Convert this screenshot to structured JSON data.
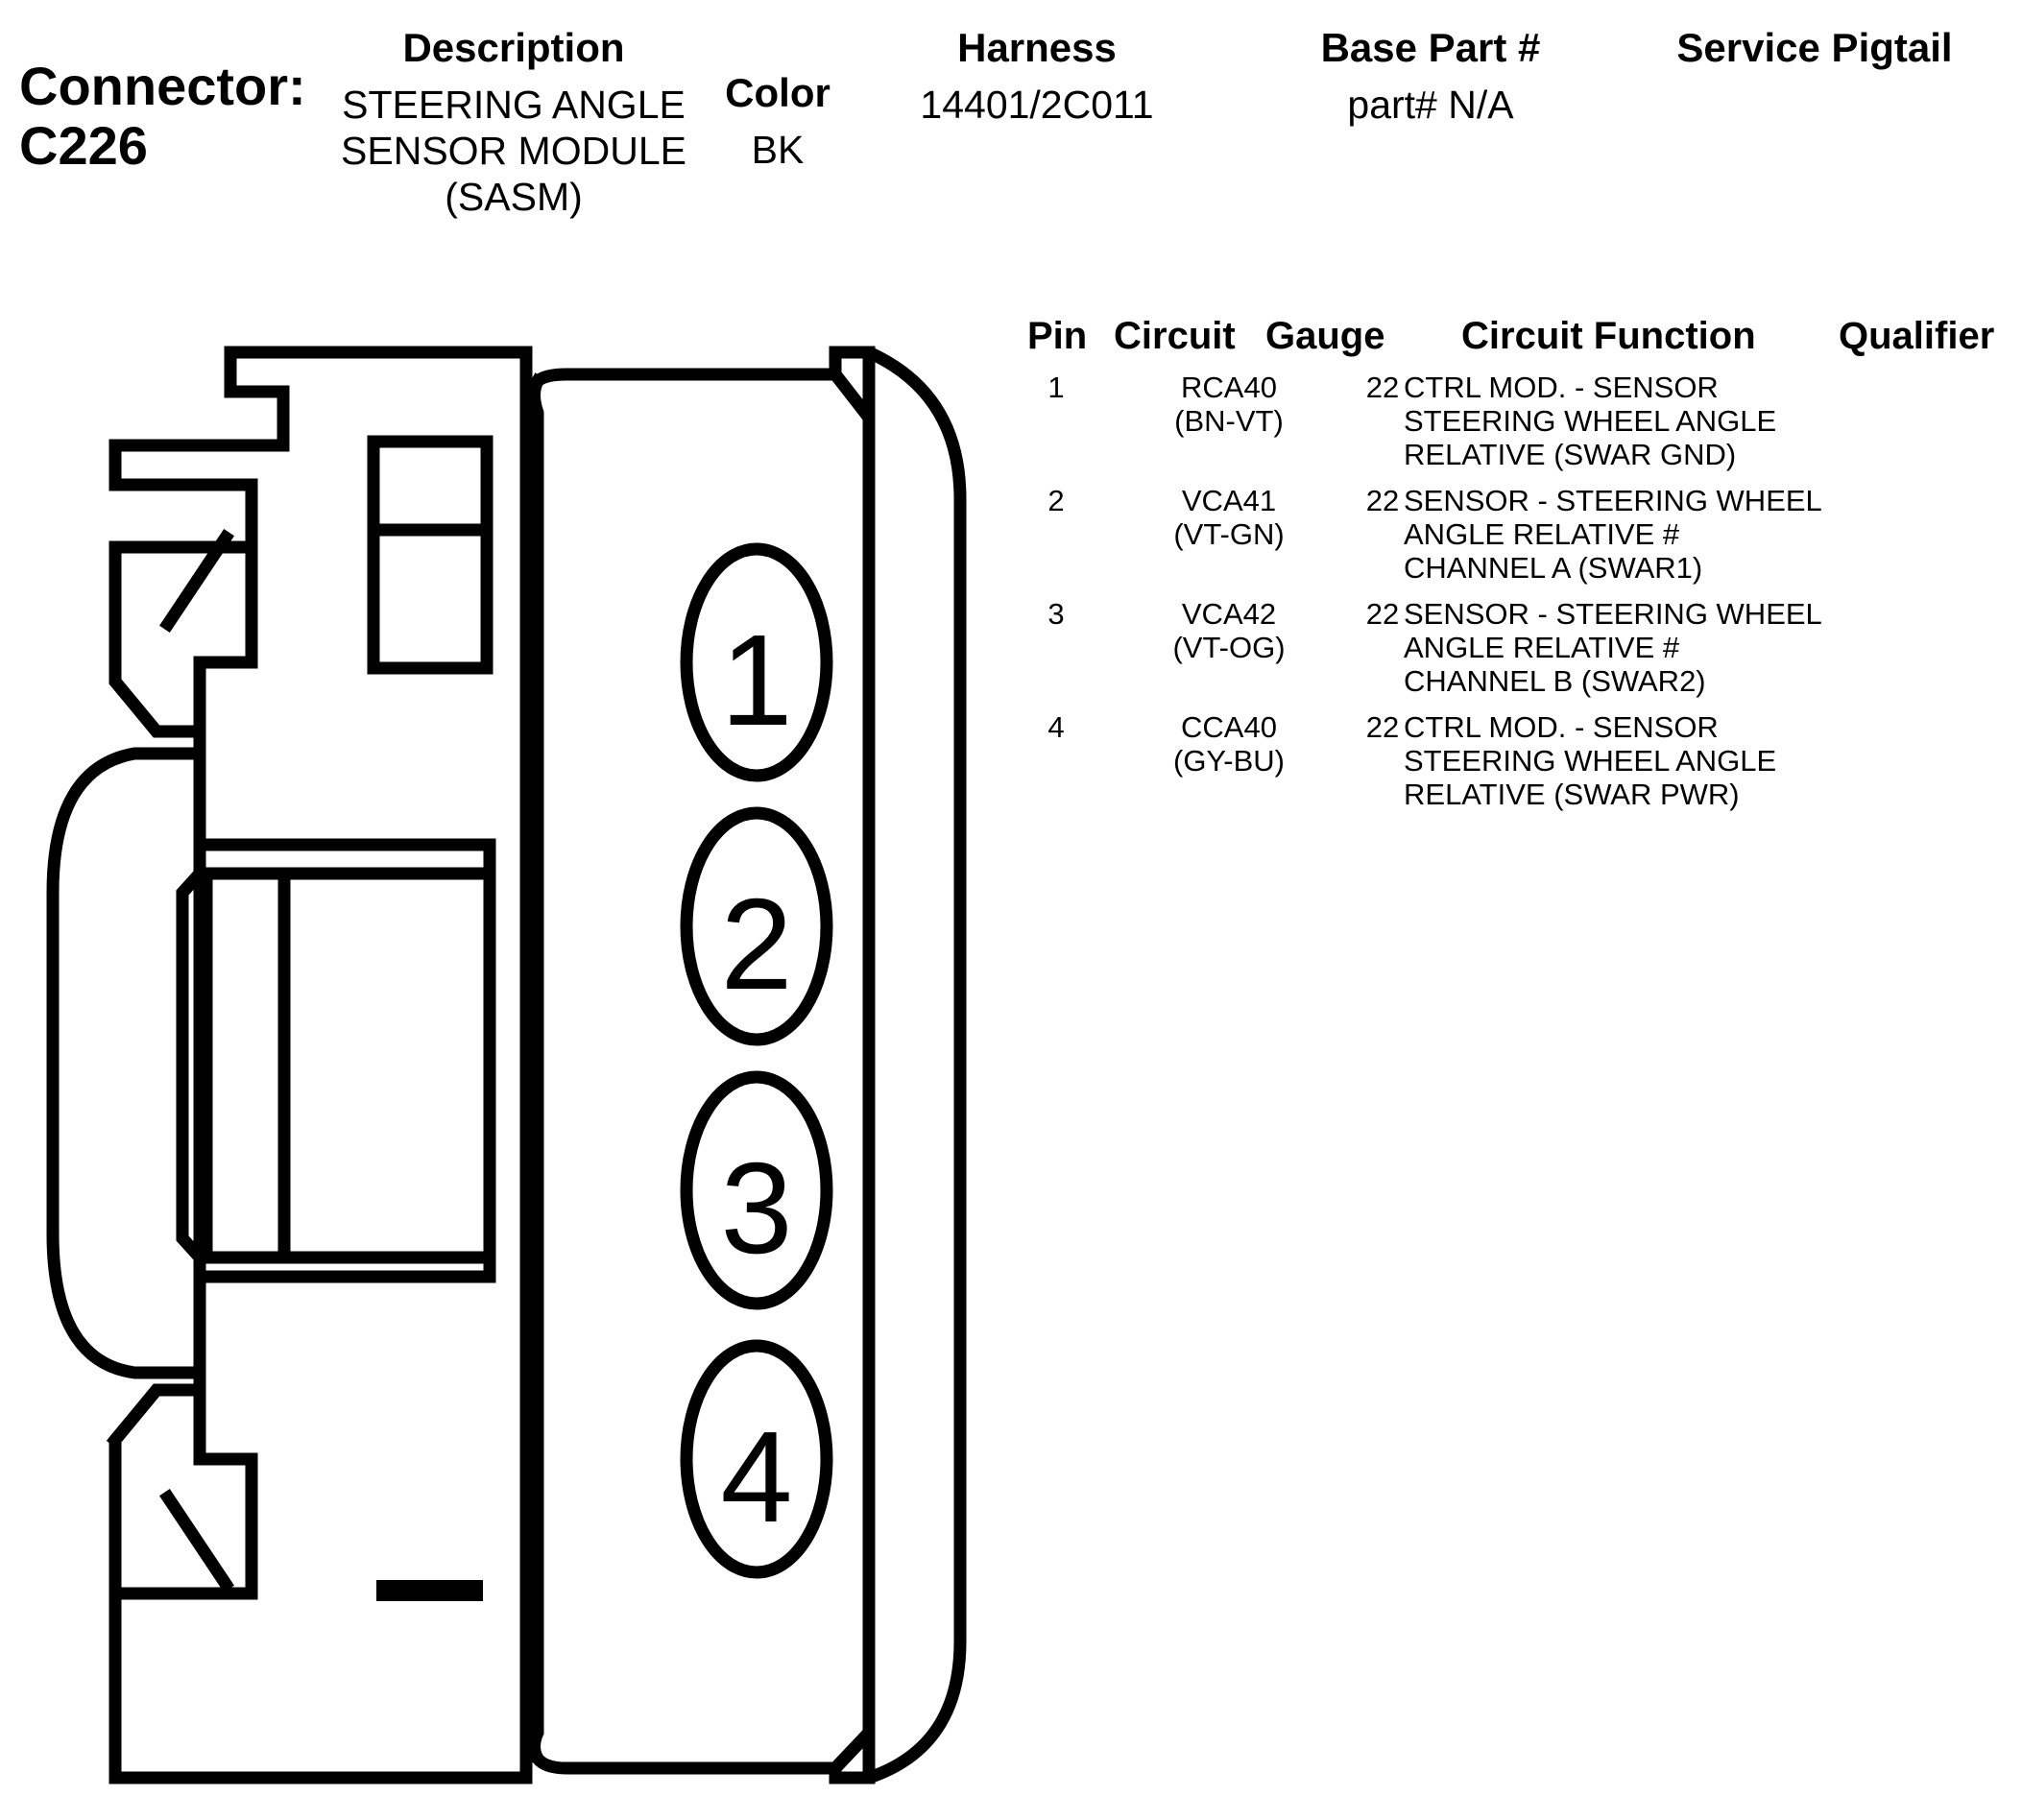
{
  "connector": {
    "label": "Connector:",
    "id": "C226"
  },
  "header": {
    "description_label": "Description",
    "description_lines": [
      "STEERING ANGLE",
      "SENSOR MODULE",
      "(SASM)"
    ],
    "color_label": "Color",
    "color_value": "BK",
    "harness_label": "Harness",
    "harness_value": "14401/2C011",
    "base_part_label": "Base Part #",
    "base_part_value": "part# N/A",
    "service_pigtail_label": "Service Pigtail"
  },
  "diagram": {
    "pins": [
      "1",
      "2",
      "3",
      "4"
    ]
  },
  "table": {
    "headers": {
      "pin": "Pin",
      "circuit": "Circuit",
      "gauge": "Gauge",
      "function": "Circuit Function",
      "qualifier": "Qualifier"
    },
    "rows": [
      {
        "pin": "1",
        "circuit": "RCA40",
        "wire_color": "(BN-VT)",
        "gauge": "22",
        "function": [
          "CTRL MOD. - SENSOR",
          "STEERING WHEEL ANGLE",
          "RELATIVE (SWAR GND)"
        ],
        "qualifier": ""
      },
      {
        "pin": "2",
        "circuit": "VCA41",
        "wire_color": "(VT-GN)",
        "gauge": "22",
        "function": [
          "SENSOR - STEERING WHEEL",
          "ANGLE RELATIVE #",
          "CHANNEL A (SWAR1)"
        ],
        "qualifier": ""
      },
      {
        "pin": "3",
        "circuit": "VCA42",
        "wire_color": "(VT-OG)",
        "gauge": "22",
        "function": [
          "SENSOR - STEERING WHEEL",
          "ANGLE RELATIVE #",
          "CHANNEL B (SWAR2)"
        ],
        "qualifier": ""
      },
      {
        "pin": "4",
        "circuit": "CCA40",
        "wire_color": "(GY-BU)",
        "gauge": "22",
        "function": [
          "CTRL MOD. - SENSOR",
          "STEERING WHEEL ANGLE",
          "RELATIVE (SWAR PWR)"
        ],
        "qualifier": ""
      }
    ]
  }
}
